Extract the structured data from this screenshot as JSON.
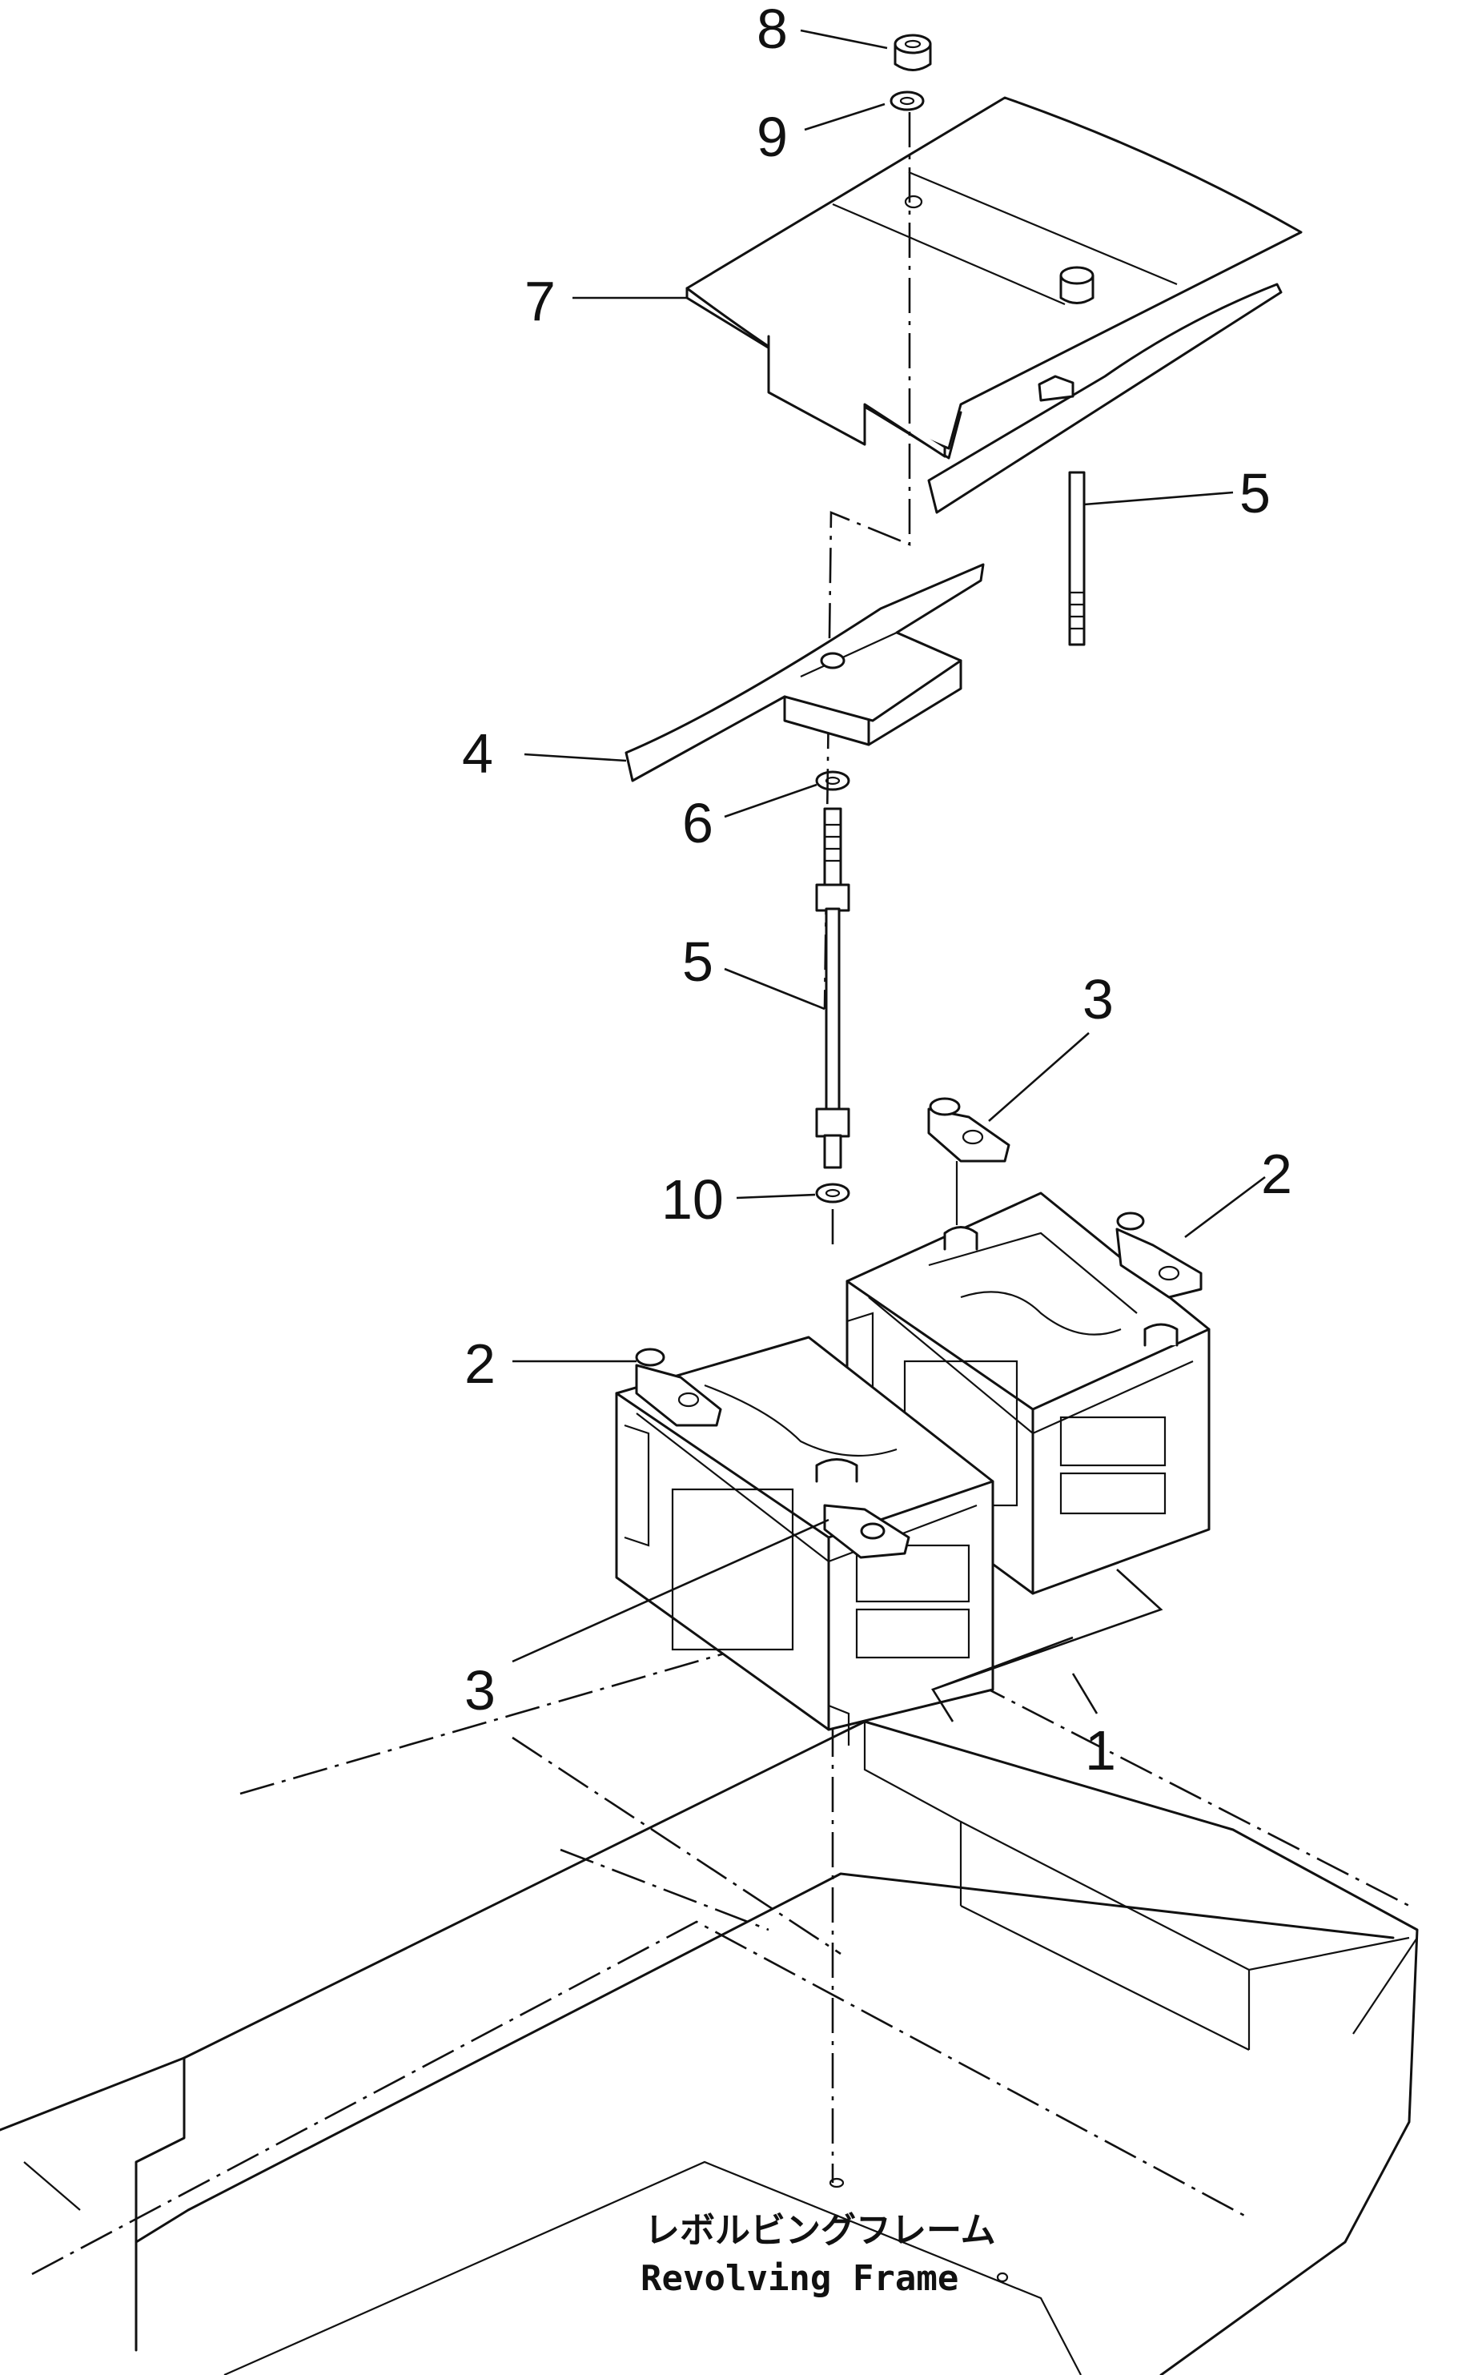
{
  "callouts": {
    "c1": "1",
    "c2_right": "2",
    "c2_left": "2",
    "c3_top": "3",
    "c3_bottom": "3",
    "c4": "4",
    "c5_upper": "5",
    "c5_lower": "5",
    "c6": "6",
    "c7": "7",
    "c8": "8",
    "c9": "9",
    "c10": "10"
  },
  "caption": {
    "japanese": "レボルビングフレーム",
    "english": "Revolving Frame"
  }
}
